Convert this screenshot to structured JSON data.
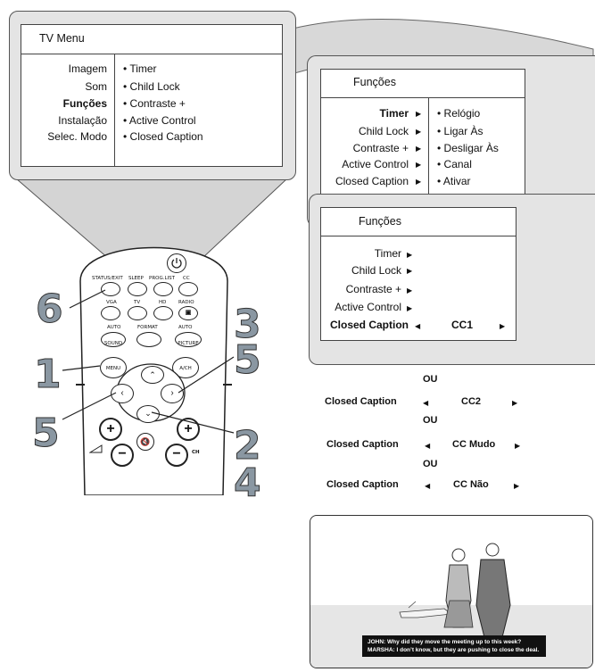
{
  "tv_menu": {
    "title": "TV Menu",
    "left_items": [
      "Imagem",
      "Som",
      "Funções",
      "Instalação",
      "Selec. Modo"
    ],
    "right_items": [
      "• Timer",
      "• Child Lock",
      "• Contraste +",
      "• Active Control",
      "• Closed Caption"
    ]
  },
  "funcoes_1": {
    "title": "Funções",
    "left_items": [
      "Timer",
      "Child Lock",
      "Contraste +",
      "Active Control",
      "Closed Caption"
    ],
    "right_items": [
      "• Relógio",
      "• Ligar Às",
      "• Desligar Às",
      "• Canal",
      "• Ativar"
    ]
  },
  "funcoes_2": {
    "title": "Funções",
    "items": [
      "Timer",
      "Child Lock",
      "Contraste +",
      "Active Control"
    ],
    "selected_label": "Closed Caption",
    "selected_value": "CC1"
  },
  "cc_options": {
    "separator": "OU",
    "label": "Closed Caption",
    "values": [
      "CC2",
      "CC Mudo",
      "CC Não"
    ]
  },
  "remote": {
    "buttons": {
      "status_exit": "STATUS/EXIT",
      "sleep": "SLEEP",
      "prog_list": "PROG.LIST",
      "cc": "CC",
      "vga": "VGA",
      "tv": "TV",
      "hd": "HD",
      "radio": "RADIO",
      "auto_sound": "AUTO",
      "sound": "SOUND",
      "format": "FORMAT",
      "auto_picture": "AUTO",
      "picture": "PICTURE",
      "menu": "MENU",
      "ach": "A/CH",
      "ch": "CH"
    }
  },
  "step_numbers": {
    "n1": "1",
    "n2": "2",
    "n3": "3",
    "n4": "4",
    "n5a": "5",
    "n5b": "5",
    "n6": "6"
  },
  "caption": {
    "line1": "JOHN: Why did they move  the meeting up to this week?",
    "line2": "MARSHA: I don’t know, but they are pushing to close the deal."
  }
}
